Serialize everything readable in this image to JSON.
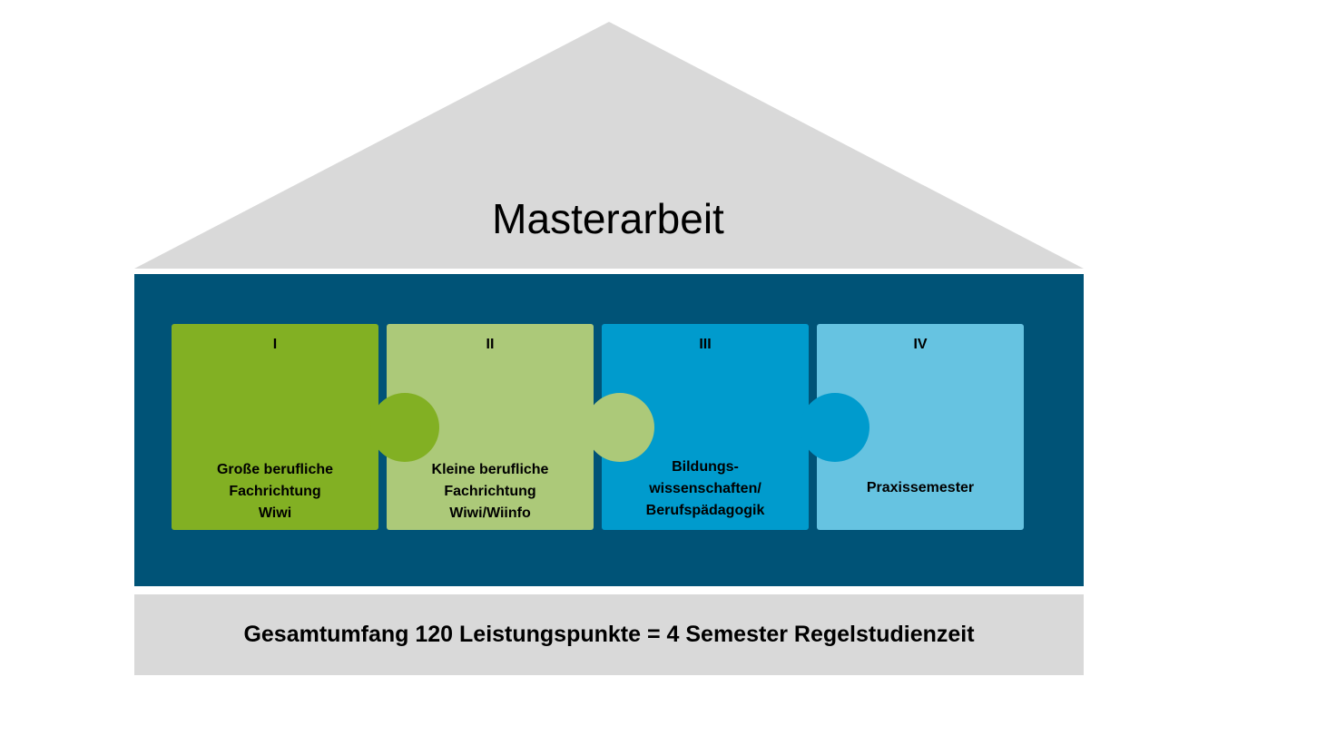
{
  "roof": {
    "title": "Masterarbeit",
    "color": "#d9d9d9"
  },
  "body": {
    "color": "#005377"
  },
  "pieces": [
    {
      "numeral": "I",
      "label": "Große berufliche\nFachrichtung \nWiwi",
      "color": "#82b023"
    },
    {
      "numeral": "II",
      "label": "Kleine berufliche\nFachrichtung\nWiwi/Wiinfo",
      "color": "#acc979"
    },
    {
      "numeral": "III",
      "label": "Bildungs-\nwissenschaften/\nBerufspädagogik",
      "color": "#009bcd"
    },
    {
      "numeral": "IV",
      "label": "Praxissemester",
      "color": "#66c3e1"
    }
  ],
  "foundation": {
    "text": "Gesamtumfang 120 Leistungspunkte = 4 Semester Regelstudienzeit",
    "color": "#d9d9d9"
  }
}
